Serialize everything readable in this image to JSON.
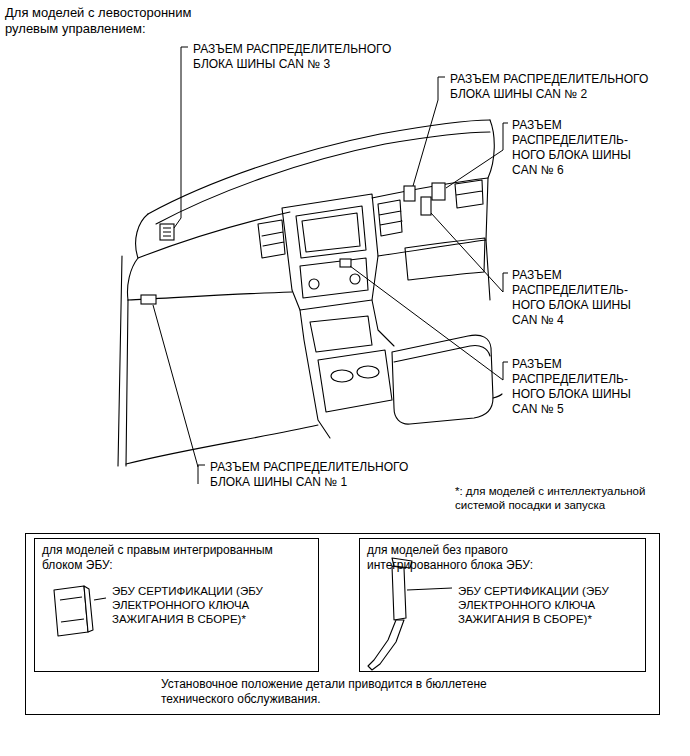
{
  "diagram": {
    "title": "Для моделей с левосторонним рулевым управлением:",
    "nodes": [
      {
        "text": [
          "Установочное положение детали приводится в бюллетене технического обслуживания."
        ]
      },
      {
        "text": [
          "для моделей с правым интегрированным блоком ЭБУ:",
          "ЭБУ СЕРТИФИКАЦИИ (ЭБУ ЭЛЕКТРОННОГО КЛЮЧА ЗАЖИГАНИЯ В СБОРЕ)*"
        ],
        "in": 0
      },
      {
        "text": [
          "для моделей без правого интегрированного блока ЭБУ:",
          "ЭБУ СЕРТИФИКАЦИИ (ЭБУ ЭЛЕКТРОННОГО КЛЮЧА ЗАЖИГАНИЯ В СБОРЕ)*"
        ],
        "in": 0
      }
    ],
    "labels": [
      "РАЗЪЕМ РАСПРЕДЕЛИТЕЛЬНОГО БЛОКА ШИНЫ CAN № 3",
      "РАЗЪЕМ РАСПРЕДЕЛИТЕЛЬНОГО БЛОКА ШИНЫ CAN № 2",
      "РАЗЪЕМ РАСПРЕДЕЛИТЕЛЬ- НОГО БЛОКА ШИНЫ CAN № 6",
      "РАЗЪЕМ РАСПРЕДЕЛИТЕЛЬ- НОГО БЛОКА ШИНЫ CAN № 4",
      "РАЗЪЕМ РАСПРЕДЕЛИТЕЛЬ- НОГО БЛОКА ШИНЫ CAN № 5",
      "РАЗЪЕМ РАСПРЕДЕЛИТЕЛЬНОГО БЛОКА ШИНЫ CAN № 1",
      "*: для моделей с интеллектуальной системой посадки и запуска"
    ]
  }
}
